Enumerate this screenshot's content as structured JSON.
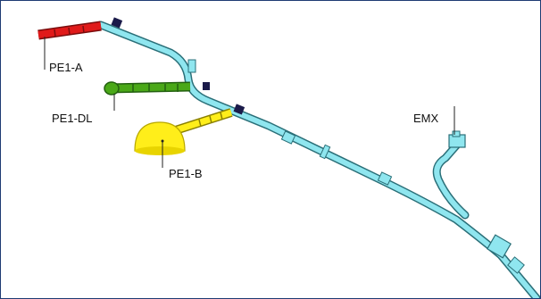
{
  "labels": {
    "pe1_a": "PE1-A",
    "pe1_dl": "PE1-DL",
    "pe1_b": "PE1-B",
    "emx": "EMX"
  },
  "colors": {
    "main_pipe": "#8fe6ef",
    "main_pipe_edge": "#2a6f78",
    "pe1_a": "#e01a1a",
    "pe1_dl": "#4aa818",
    "pe1_b": "#ffee1a",
    "flange": "#1b1b4a",
    "frame": "#1f3b73"
  }
}
